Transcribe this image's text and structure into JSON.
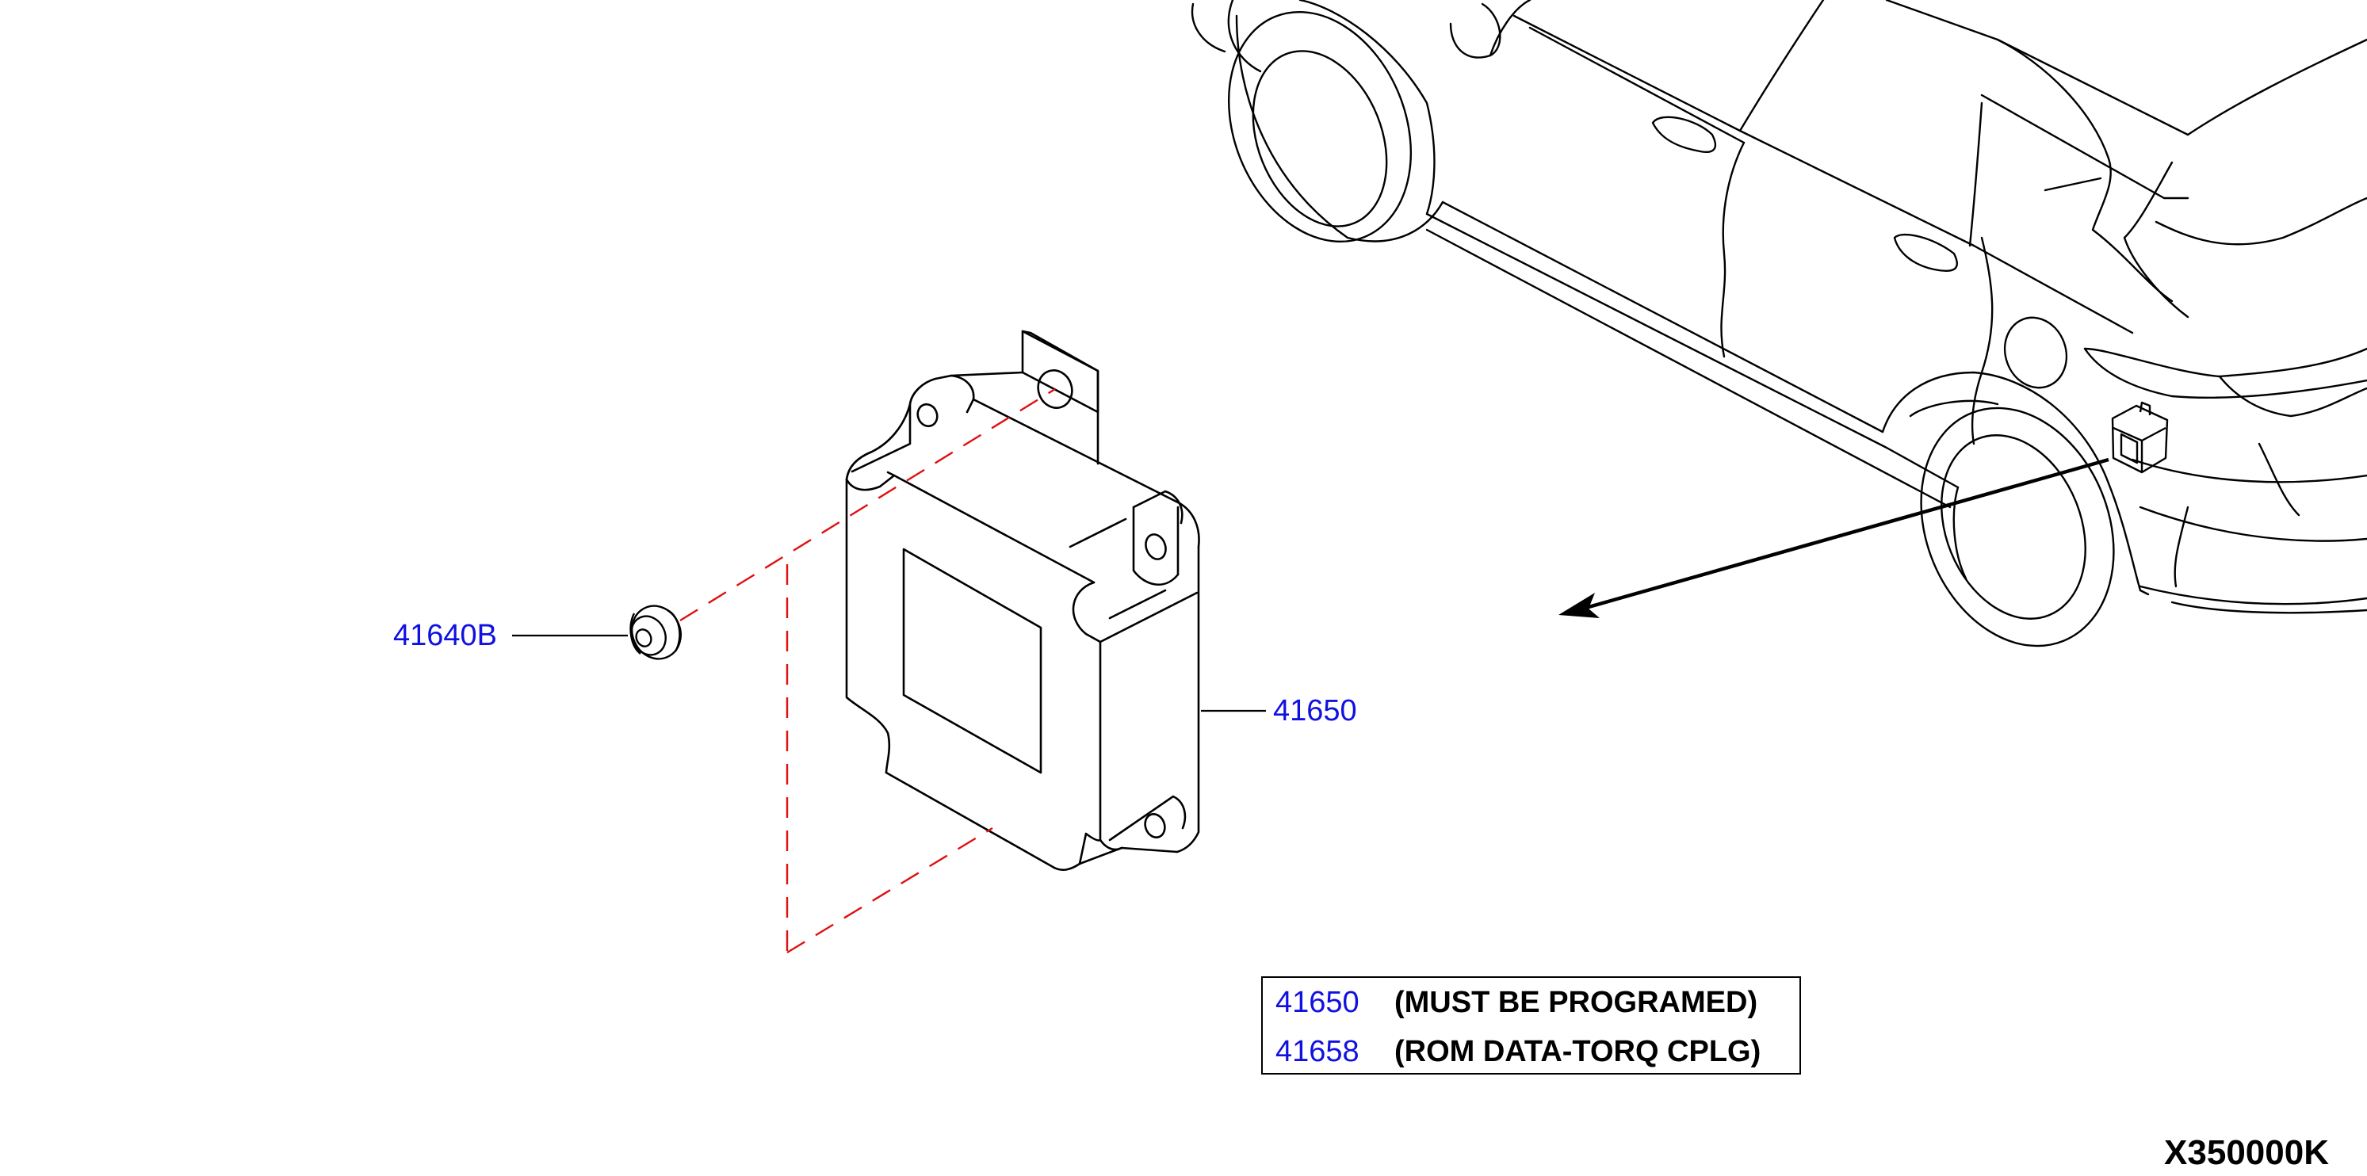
{
  "diagram": {
    "colors": {
      "line": "#000000",
      "callout_text": "#1010e0",
      "leader_dashed": "#e01010",
      "background": "#ffffff"
    },
    "callouts": {
      "clip": "41640B",
      "unit": "41650"
    },
    "notes": [
      {
        "code": "41650",
        "text": "(MUST BE PROGRAMED)"
      },
      {
        "code": "41658",
        "text": "(ROM DATA-TORQ CPLG)"
      }
    ],
    "drawing_id": "X350000K",
    "icons": [
      "control-unit",
      "clip-nut",
      "vehicle-rear-quarter",
      "location-arrow"
    ]
  }
}
